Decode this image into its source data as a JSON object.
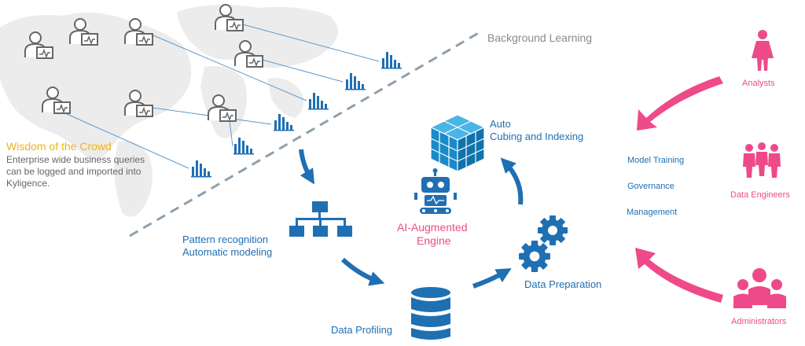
{
  "colors": {
    "blue": "#1f6fb3",
    "pink": "#ee4a8a",
    "gray": "#8a8a8a",
    "gold": "#f2b21b",
    "map": "#ececec"
  },
  "background_learning": {
    "label": "Background Learning"
  },
  "wisdom": {
    "title": "Wisdom of the Crowd",
    "lines": [
      "Enterprise wide business queries",
      "can be logged and imported into",
      "Kyligence."
    ]
  },
  "engine": {
    "line1": "AI-Augmented",
    "line2": "Engine"
  },
  "cycle": {
    "cubing_line1": "Auto",
    "cubing_line2": "Cubing and Indexing",
    "pattern_line1": "Pattern recognition",
    "pattern_line2": "Automatic modeling",
    "profiling": "Data Profiling",
    "preparation": "Data Preparation"
  },
  "tasks": [
    "Model Training",
    "Governance",
    "Management"
  ],
  "roles": {
    "analysts": "Analysts",
    "engineers": "Data Engineers",
    "admins": "Administrators"
  },
  "icons": [
    "user-monitor-icon",
    "bar-chart-icon",
    "cube-stack-icon",
    "hierarchy-icon",
    "database-icon",
    "gear-icon",
    "robot-icon",
    "woman-icon",
    "group-icon",
    "team-icon"
  ]
}
